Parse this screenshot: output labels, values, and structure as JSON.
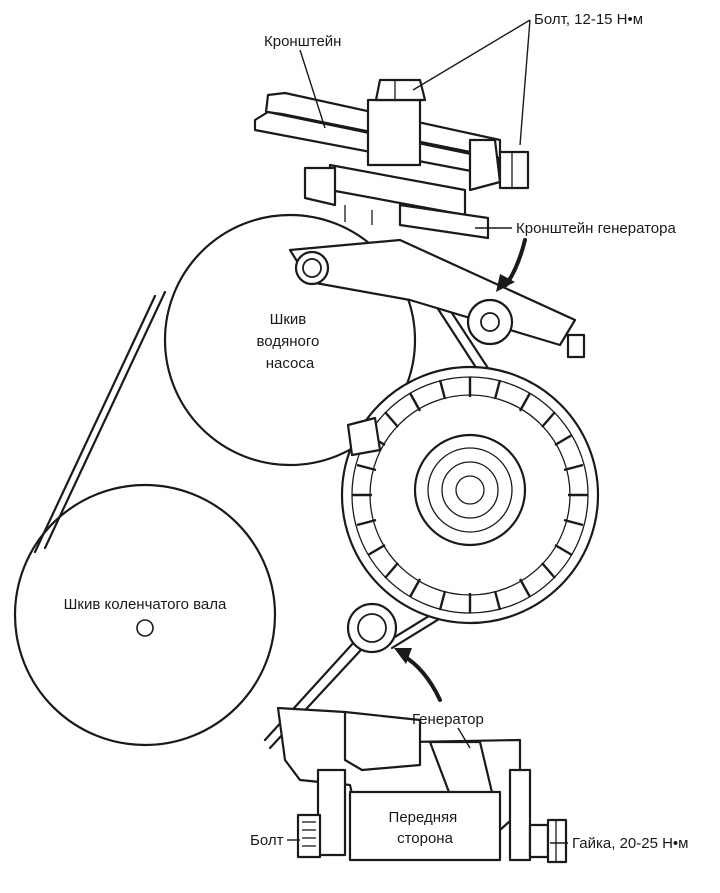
{
  "labels": {
    "bracket": "Кронштейн",
    "bolt_top": "Болт, 12-15 Н•м",
    "alternator_bracket": "Кронштейн генератора",
    "water_pump_pulley": [
      "Шкив",
      "водяного",
      "насоса"
    ],
    "crankshaft_pulley": "Шкив коленчатого вала",
    "generator": "Генератор",
    "bolt_bottom": "Болт",
    "front_side": [
      "Передняя",
      "сторона"
    ],
    "nut": "Гайка, 20-25 Н•м"
  }
}
